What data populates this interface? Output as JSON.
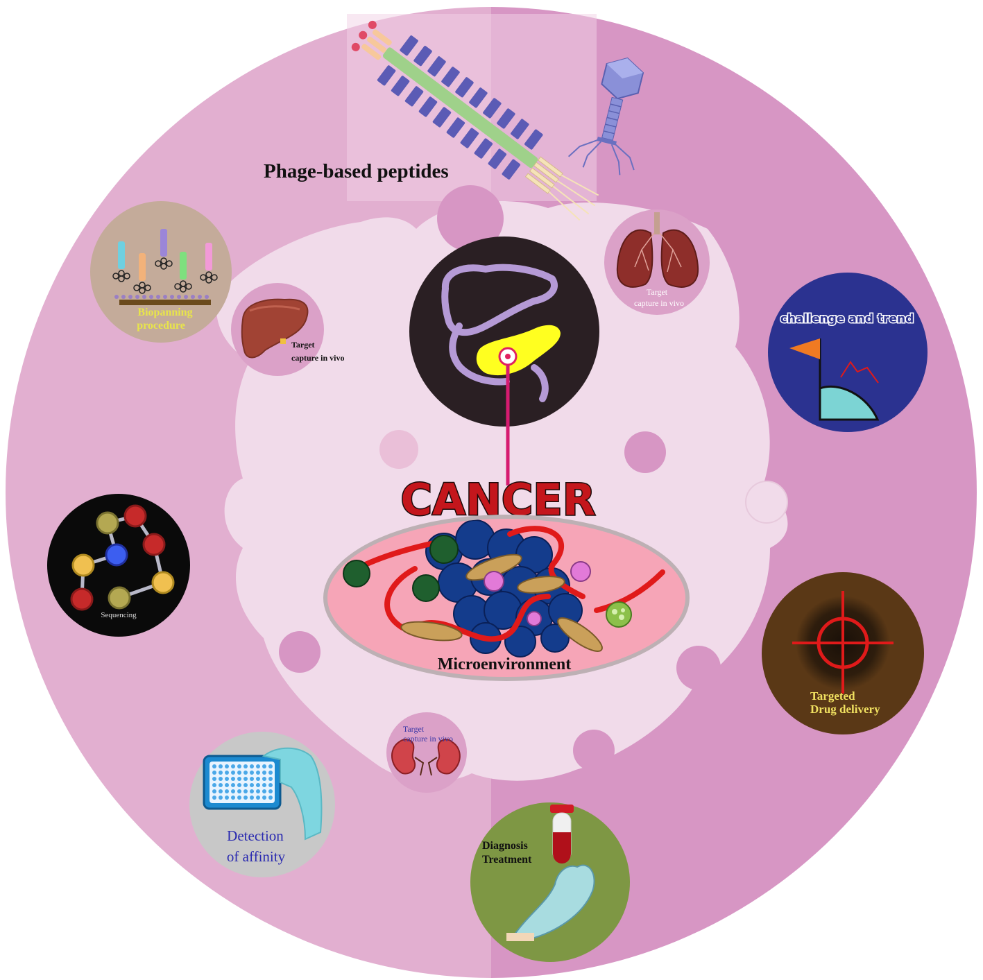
{
  "center": {
    "title": "CANCER",
    "microenvironment": "Microenvironment"
  },
  "top_label": "Phage-based peptides",
  "modules": {
    "biopanning": {
      "line1": "Biopanning",
      "line2": "procedure"
    },
    "sequencing": {
      "label": "Sequencing"
    },
    "affinity": {
      "line1": "Detection",
      "line2": "of affinity"
    },
    "diagnosis": {
      "line1": "Diagnosis",
      "line2": "Treatment"
    },
    "drug_delivery": {
      "line1": "Targeted",
      "line2": "Drug delivery"
    },
    "challenge": {
      "label": "challenge and trend"
    }
  },
  "capture": {
    "liver": {
      "line1": "Target",
      "line2": "capture in vivo"
    },
    "lung": {
      "line1": "Target",
      "line2": "capture in vivo"
    },
    "kidney": {
      "line1": "Target",
      "line2": "capture in vivo"
    }
  },
  "colors": {
    "outer_left": "#e2afd0",
    "outer_right": "#d796c4",
    "cell_body": "#f1dbea",
    "cancer_red": "#c4161c",
    "challenge_blue": "#2b3290",
    "drug_brown": "#5a3816",
    "diagnosis_green": "#7e9744",
    "affinity_grey": "#c8c8c8",
    "biopanning_tan": "#c4ab9a",
    "organ_black": "#2a1f23"
  },
  "icons": [
    "phage-icon",
    "bacteriophage-icon",
    "liver-icon",
    "lung-icon",
    "kidney-icon",
    "pancreas-icon",
    "target-crosshair-icon",
    "flag-icon",
    "blood-tube-icon",
    "microplate-icon",
    "peptide-chain-icon",
    "tumor-cells-icon"
  ]
}
